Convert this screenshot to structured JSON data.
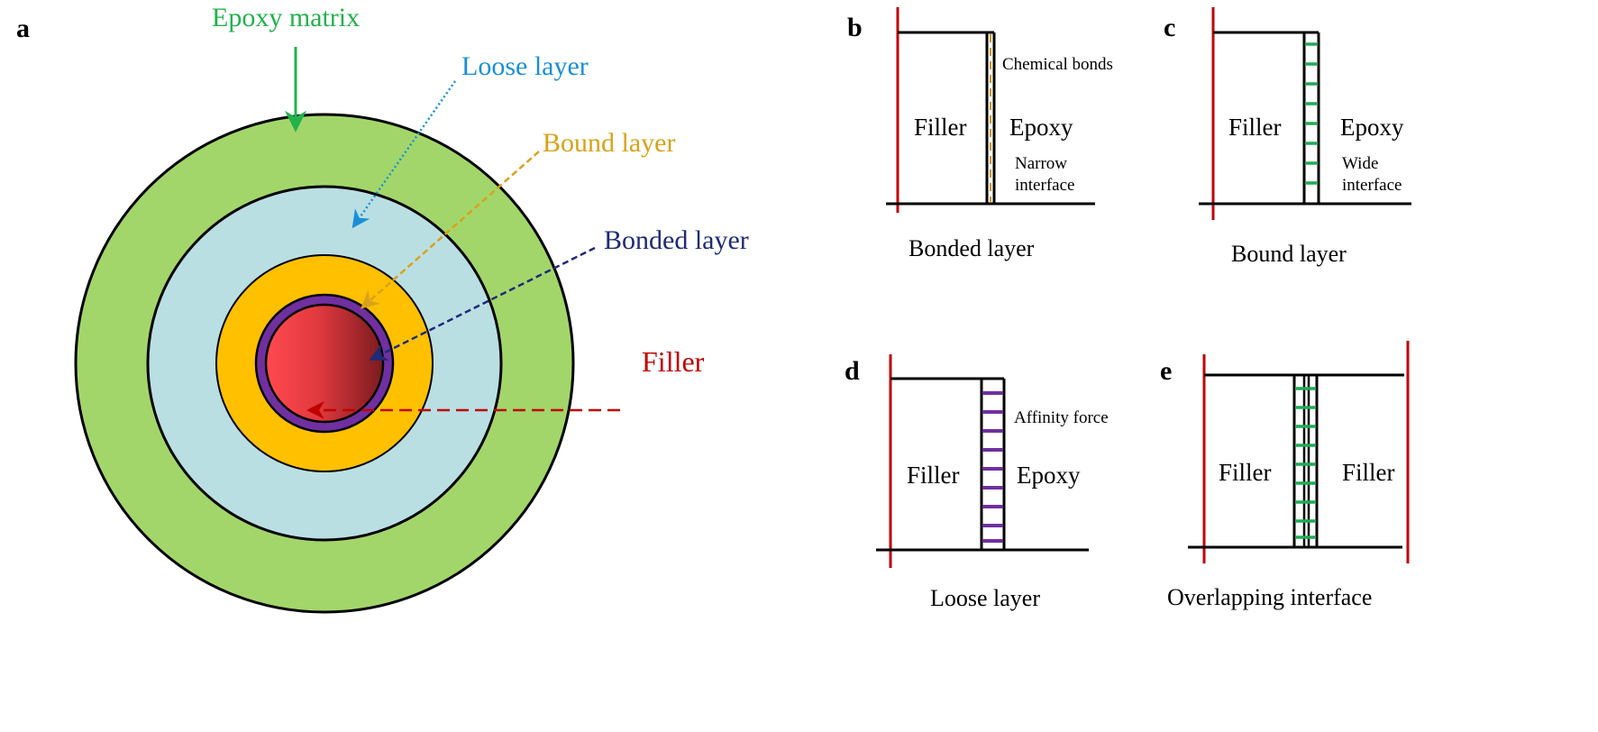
{
  "panels": {
    "a": {
      "letter": "a",
      "labels": {
        "epoxy_matrix": "Epoxy matrix",
        "loose_layer": "Loose layer",
        "bound_layer": "Bound layer",
        "bonded_layer": "Bonded layer",
        "filler": "Filler"
      }
    },
    "b": {
      "letter": "b",
      "left": "Filler",
      "right": "Epoxy",
      "note_top": "Chemical bonds",
      "note_bottom_1": "Narrow",
      "note_bottom_2": "interface",
      "caption": "Bonded layer"
    },
    "c": {
      "letter": "c",
      "left": "Filler",
      "right": "Epoxy",
      "note_bottom_1": "Wide",
      "note_bottom_2": "interface",
      "caption": "Bound layer"
    },
    "d": {
      "letter": "d",
      "left": "Filler",
      "right": "Epoxy",
      "note_top": "Affinity force",
      "caption": "Loose layer"
    },
    "e": {
      "letter": "e",
      "left": "Filler",
      "right": "Filler",
      "caption": "Overlapping interface"
    }
  },
  "colors": {
    "epoxy_matrix": "#a3d66a",
    "loose_layer": "#badfe3",
    "bound_layer": "#ffc000",
    "bonded_layer": "#7030a0",
    "filler_light": "#ff4a4f",
    "filler_dark": "#7a1b1f",
    "label_green": "#22b24c",
    "label_blue": "#1a8fd6",
    "label_gold": "#d9a21a",
    "label_navy": "#1f2a78",
    "label_red": "#c00000",
    "boundary_red": "#c00000",
    "chem_bond": "#c8961e",
    "bound_green": "#1faa55",
    "affinity_purple": "#7030a0"
  }
}
